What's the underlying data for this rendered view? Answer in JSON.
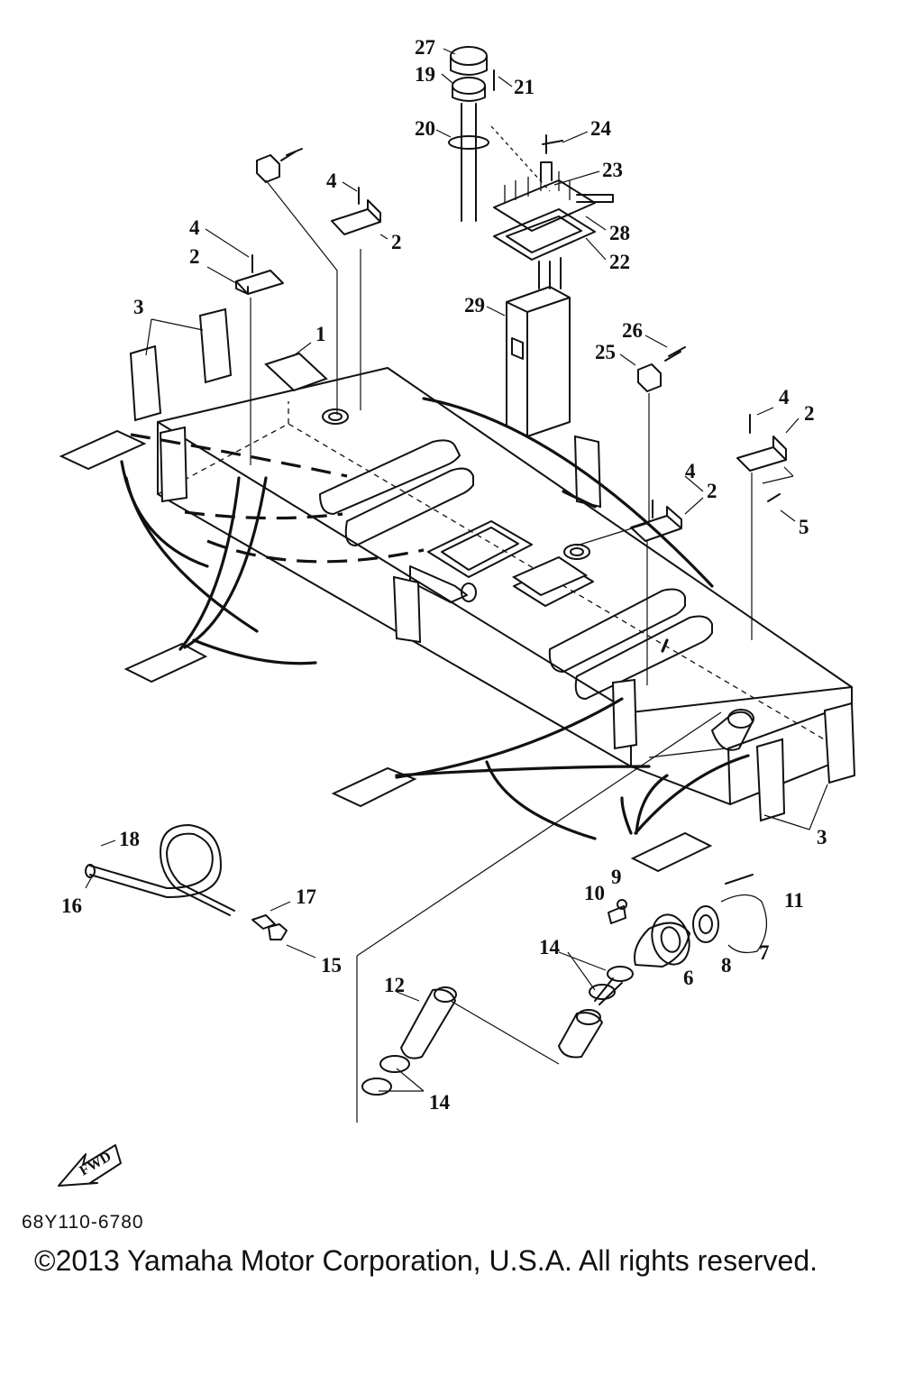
{
  "diagram": {
    "callouts": {
      "c1": "1",
      "c2a": "2",
      "c2b": "2",
      "c2c": "2",
      "c2d": "2",
      "c3a": "3",
      "c3b": "3",
      "c4a": "4",
      "c4b": "4",
      "c4c": "4",
      "c4d": "4",
      "c5": "5",
      "c6": "6",
      "c7": "7",
      "c8": "8",
      "c9": "9",
      "c10": "10",
      "c11": "11",
      "c12": "12",
      "c14a": "14",
      "c14b": "14",
      "c15": "15",
      "c16": "16",
      "c17": "17",
      "c18": "18",
      "c19": "19",
      "c20": "20",
      "c21": "21",
      "c22": "22",
      "c23": "23",
      "c24": "24",
      "c25": "25",
      "c26": "26",
      "c27": "27",
      "c28": "28",
      "c29": "29"
    },
    "fwd_label": "FWD",
    "part_code": "68Y110-6780"
  },
  "footer": {
    "copyright": "©2013 Yamaha Motor Corporation, U.S.A. All rights reserved."
  }
}
